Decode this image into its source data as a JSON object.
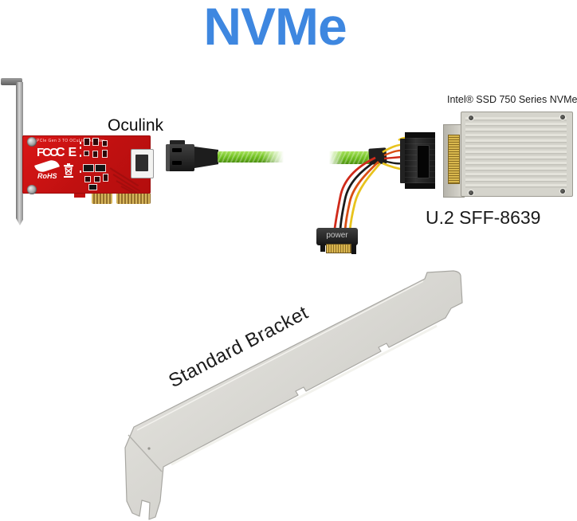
{
  "title": {
    "text": "NVMe",
    "color": "#3e87e0"
  },
  "card": {
    "connector_label": "Oculink",
    "board_text": "PCIe Gen 3 TO OCuLink Adapter",
    "logos": {
      "fcc": "FCC",
      "ce": "CE",
      "rohs": "RoHS"
    },
    "board_color": "#ce1313"
  },
  "cable": {
    "color": "#6cbd1d"
  },
  "power": {
    "label": "power"
  },
  "ssd": {
    "label": "Intel® SSD 750 Series NVMe",
    "sublabel": "U.2 SFF-8639"
  },
  "bracket": {
    "label": "Standard Bracket"
  }
}
